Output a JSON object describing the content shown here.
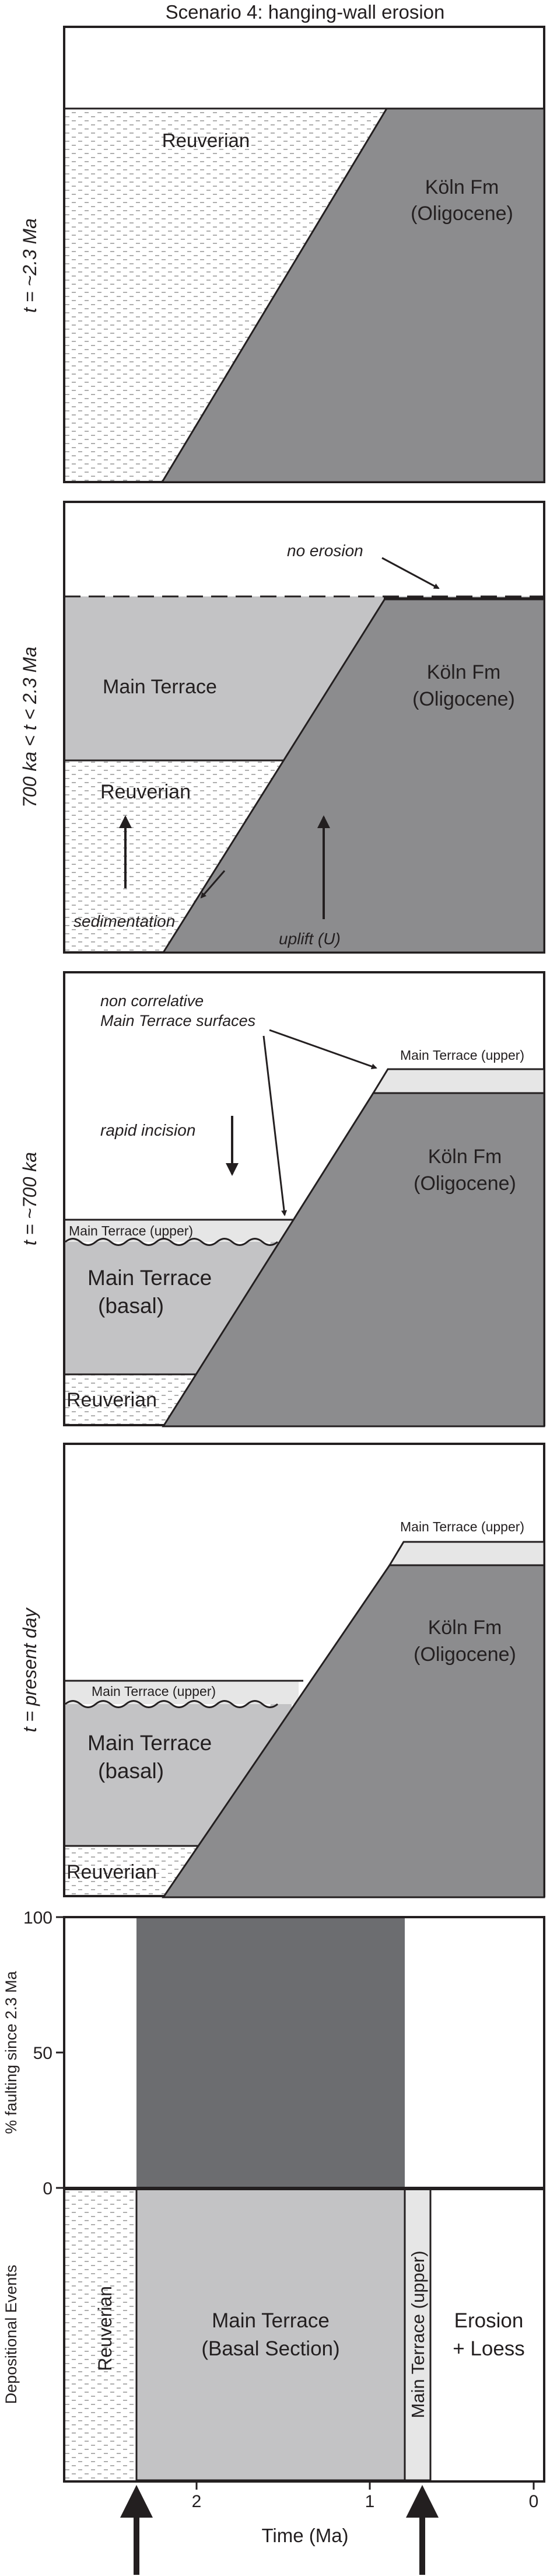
{
  "title": "Scenario 4: hanging-wall erosion",
  "colors": {
    "fault_block": "#8c8c8e",
    "main_terrace": "#c3c3c5",
    "upper_terrace": "#e6e6e6",
    "faulting_bar": "#6c6d70",
    "outline": "#231f20",
    "reuverian_dash": "#9a9a9a"
  },
  "panels": [
    {
      "side_label": "t = ~2.3 Ma",
      "labels": {
        "reuverian": "Reuverian",
        "koln": "Köln Fm",
        "oligocene": "(Oligocene)"
      }
    },
    {
      "side_label": "700 ka < t < 2.3 Ma",
      "labels": {
        "no_erosion": "no erosion",
        "main_terrace": "Main Terrace",
        "reuverian": "Reuverian",
        "koln": "Köln Fm",
        "oligocene": "(Oligocene)",
        "sedimentation": "sedimentation",
        "uplift": "uplift (U)"
      }
    },
    {
      "side_label": "t = ~700 ka",
      "labels": {
        "non_correlative_1": "non correlative",
        "non_correlative_2": "Main Terrace surfaces",
        "upper_right": "Main Terrace (upper)",
        "rapid_incision": "rapid incision",
        "upper_left": "Main Terrace (upper)",
        "main_terrace": "Main Terrace",
        "basal": "(basal)",
        "reuverian": "Reuverian",
        "koln": "Köln Fm",
        "oligocene": "(Oligocene)"
      }
    },
    {
      "side_label": "t = present day",
      "labels": {
        "upper_right": "Main Terrace (upper)",
        "upper_left": "Main Terrace (upper)",
        "main_terrace": "Main Terrace",
        "basal": "(basal)",
        "reuverian": "Reuverian",
        "koln": "Köln Fm",
        "oligocene": "(Oligocene)"
      }
    }
  ],
  "timeline": {
    "y_axis_label": "% faulting since 2.3 Ma",
    "y_ticks": [
      "100",
      "50",
      "0"
    ],
    "faulting_percent": 100,
    "faulting_interval_ma": [
      2.3,
      0.7
    ],
    "events_label": "Depositional Events",
    "events": [
      {
        "label": "Reuverian",
        "vertical": true
      },
      {
        "label_1": "Main Terrace",
        "label_2": "(Basal Section)"
      },
      {
        "label": "Main Terrace (upper)",
        "vertical": true
      },
      {
        "label_1": "Erosion",
        "label_2": "+ Loess"
      }
    ],
    "x_ticks": [
      "2",
      "1",
      "0"
    ],
    "x_axis_label": "Time (Ma)",
    "arrow_markers_ma": [
      2.3,
      0.7
    ]
  }
}
